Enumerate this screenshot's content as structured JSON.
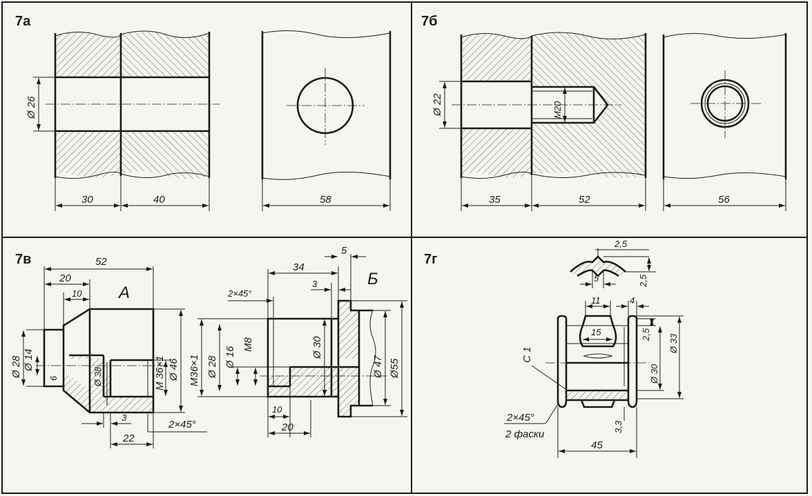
{
  "panels": {
    "a": {
      "label": "7а",
      "dims": {
        "d_hole": "Ø 26",
        "len_left": "30",
        "len_right": "40",
        "width": "58"
      }
    },
    "b": {
      "label": "7б",
      "dims": {
        "d_hole": "Ø 22",
        "thread": "M20",
        "len_left": "35",
        "len_right": "52",
        "width": "56"
      }
    },
    "v": {
      "label": "7в",
      "part_a": {
        "name": "А",
        "dims": {
          "d52": "52",
          "d20": "20",
          "d10": "10",
          "d28": "Ø 28",
          "d14": "Ø 14",
          "d6": "6",
          "d38": "Ø 38",
          "m36_1": "M 36×1",
          "d46": "Ø 46",
          "d3": "3",
          "d22": "22",
          "chamfer": "2×45°"
        }
      },
      "part_b": {
        "name": "Б",
        "dims": {
          "d34": "34",
          "d5": "5",
          "d3": "3",
          "chamfer": "2×45°",
          "m36_1": "M36×1",
          "d28": "Ø 28",
          "d16": "Ø 16",
          "m8": "M8",
          "d30": "Ø 30",
          "d47": "Ø 47",
          "d55": "Ø55",
          "d10": "10",
          "d20": "20"
        }
      }
    },
    "g": {
      "label": "7г",
      "dims": {
        "d25a": "2,5",
        "d25b": "2,5",
        "d5": "5",
        "d11": "11",
        "d4": "4",
        "d15": "15",
        "d25c": "2,5",
        "d30": "Ø 30",
        "d33": "Ø 33",
        "c1": "С 1",
        "chamfer": "2×45°",
        "chamfer_note": "2 фаски",
        "d33b": "3,3",
        "d45": "45"
      }
    }
  }
}
